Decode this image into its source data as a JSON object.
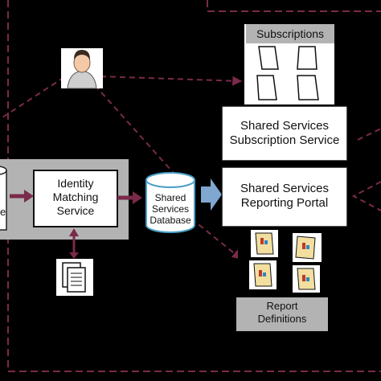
{
  "nodes": {
    "subscriptions": {
      "label": "Subscriptions"
    },
    "subscription_service": {
      "line1": "Shared Services",
      "line2": "Subscription Service"
    },
    "reporting_portal": {
      "line1": "Shared Services",
      "line2": "Reporting Portal"
    },
    "identity_matching": {
      "line1": "Identity",
      "line2": "Matching",
      "line3": "Service"
    },
    "database": {
      "line1": "Shared",
      "line2": "Services",
      "line3": "Database"
    },
    "report_definitions": {
      "line1": "Report",
      "line2": "Definitions"
    },
    "left_db_partial": {
      "label": "e"
    }
  },
  "icons": {
    "user": "user-icon",
    "subscription_docs": "document-icon",
    "report_docs": "report-chart-icon",
    "identity_docs": "document-stack-icon"
  },
  "colors": {
    "background": "#000000",
    "connector": "#7a2a4a",
    "box_fill": "#ffffff",
    "panel_fill": "#b3b3b3",
    "database_stroke": "#4aa0c8",
    "arrow_fill": "#7fa7cf"
  }
}
